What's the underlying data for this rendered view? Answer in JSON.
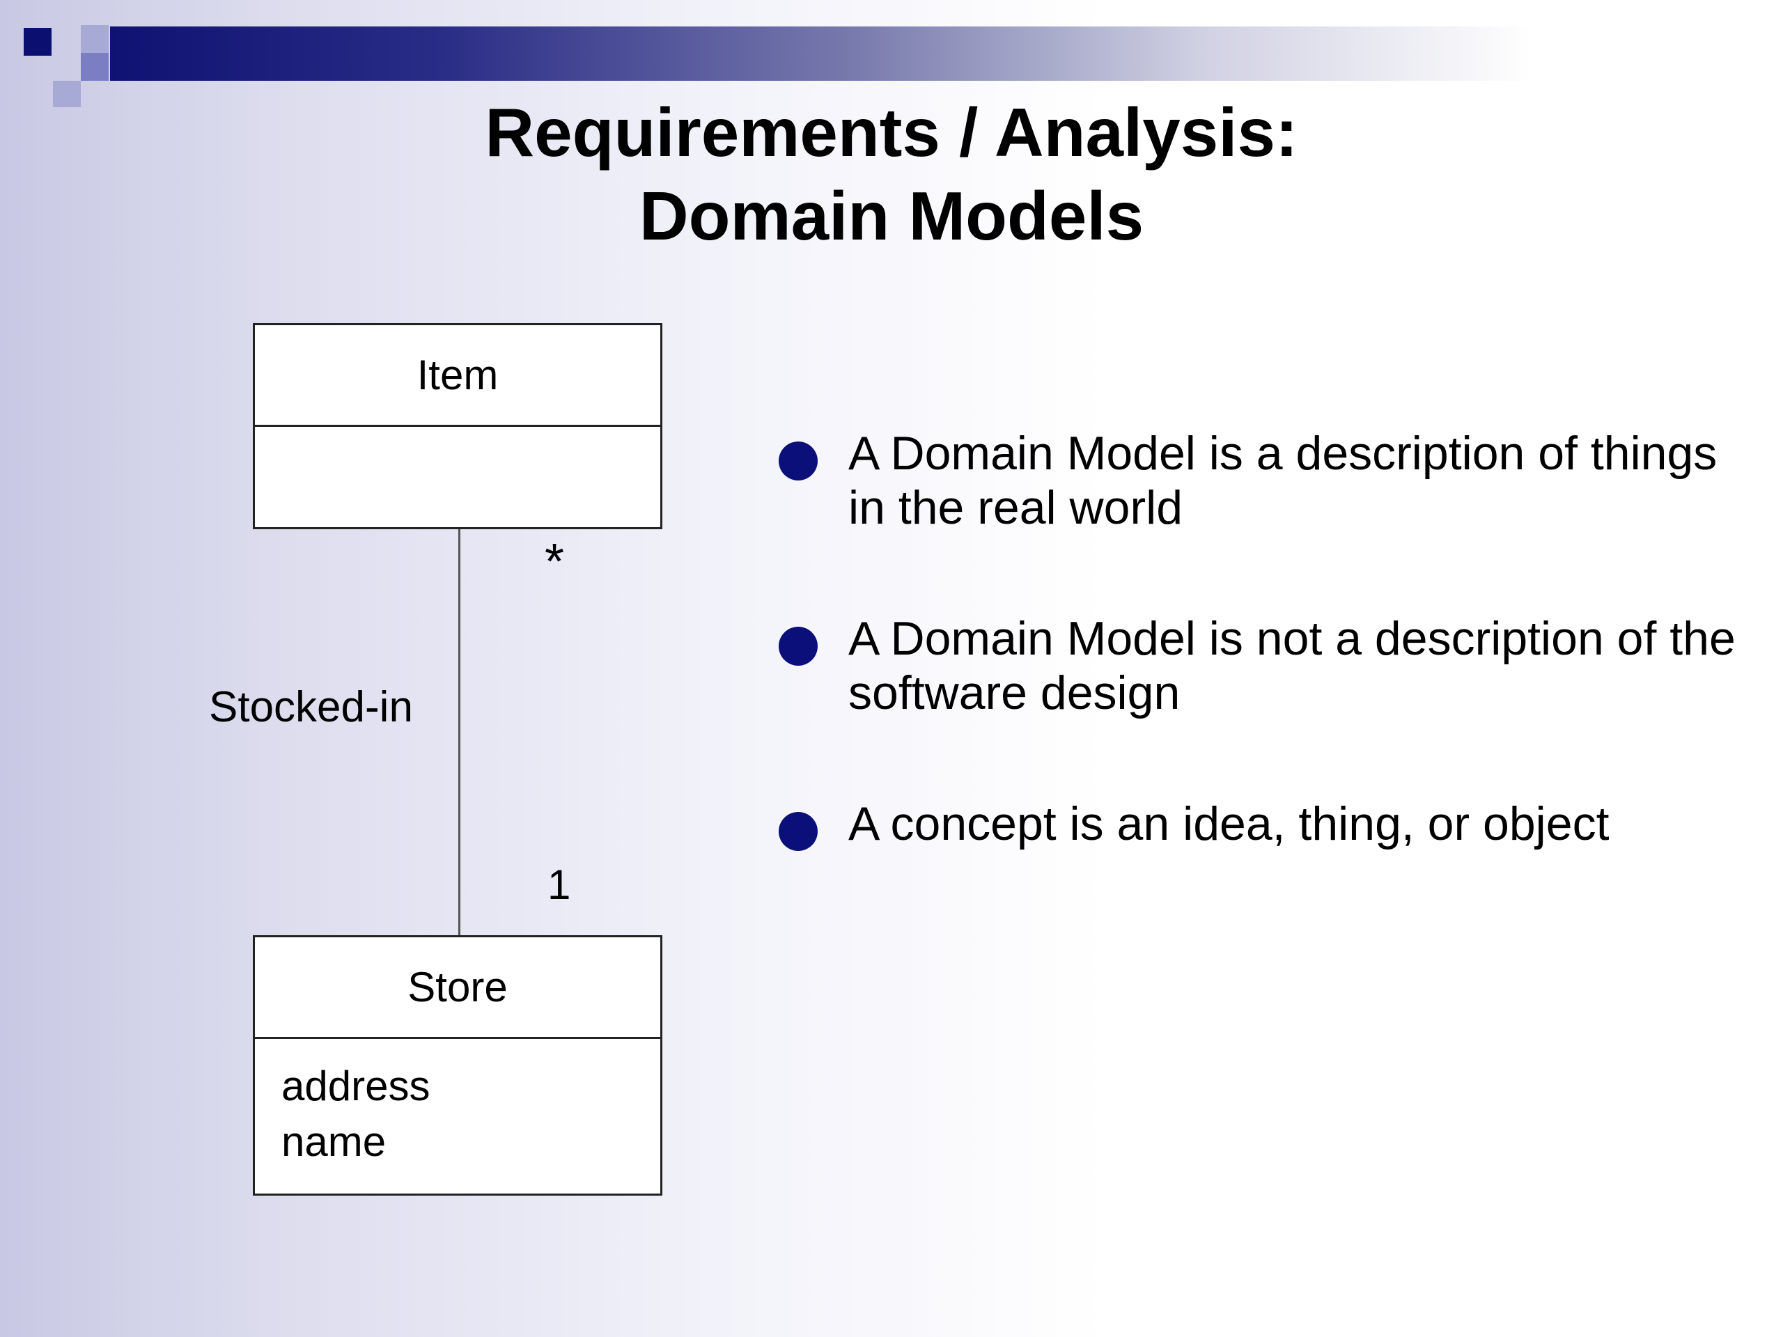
{
  "slide": {
    "title_line1": "Requirements / Analysis:",
    "title_line2": "Domain Models"
  },
  "diagram": {
    "item_class": {
      "name": "Item",
      "attributes": []
    },
    "store_class": {
      "name": "Store",
      "attributes": [
        "address",
        "name"
      ]
    },
    "association": {
      "label": "Stocked-in",
      "item_multiplicity": "*",
      "store_multiplicity": "1"
    }
  },
  "bullets": [
    {
      "text": "A Domain Model is a description of things in the real world"
    },
    {
      "text": "A Domain Model is not a description of the software design"
    },
    {
      "text": "A concept is an idea, thing, or object"
    }
  ],
  "colors": {
    "header_band_dark": "#0f1272",
    "bullet": "#0b0f7a",
    "background_left": "#c8c8e4"
  }
}
